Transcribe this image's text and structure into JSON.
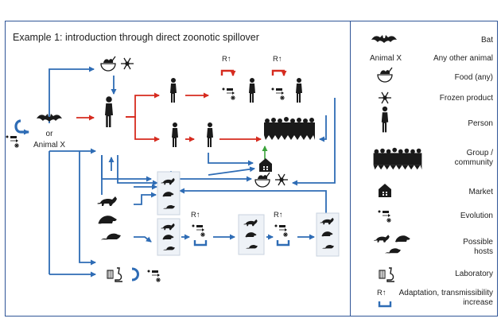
{
  "title": "Example 1: introduction through direct zoonotic spillover",
  "source_labels": {
    "or": "or",
    "animal_x": "Animal X"
  },
  "adaptation_label": "R↑",
  "legend": [
    {
      "icon": "bat-icon",
      "label": "Bat"
    },
    {
      "icon": "animal-x-label",
      "icon_text": "Animal X",
      "label": "Any other animal"
    },
    {
      "icon": "food-bowl-icon",
      "label": "Food (any)"
    },
    {
      "icon": "snowflake-icon",
      "label": "Frozen product"
    },
    {
      "icon": "person-icon",
      "label": "Person"
    },
    {
      "icon": "crowd-icon",
      "label": "Group / community"
    },
    {
      "icon": "market-icon",
      "label": "Market"
    },
    {
      "icon": "evolution-icon",
      "label": "Evolution"
    },
    {
      "icon": "possible-hosts-icon",
      "label": "Possible hosts"
    },
    {
      "icon": "laboratory-icon",
      "label": "Laboratory"
    },
    {
      "icon": "adaptation-icon",
      "icon_text": "R↑",
      "label": "Adaptation, transmissibility increase"
    }
  ],
  "colors": {
    "frame": "#2f5597",
    "arrow_blue": "#2e6cb5",
    "arrow_red": "#d62b1f",
    "icon_dark": "#1a1a1a",
    "market_green": "#3aa33a"
  }
}
